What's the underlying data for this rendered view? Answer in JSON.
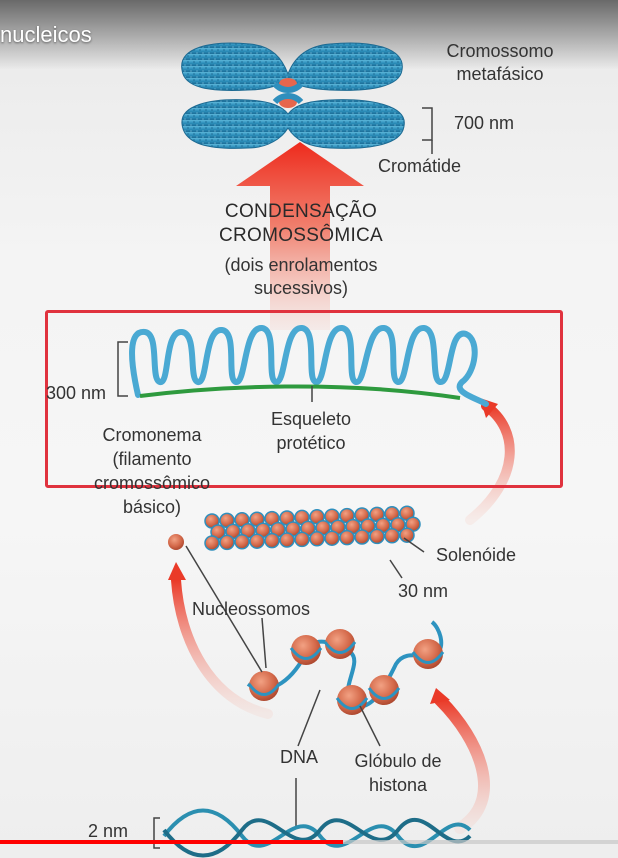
{
  "video": {
    "title": "nucleicos",
    "progress_fraction": 0.555
  },
  "diagram": {
    "metaphase_chromosome": "Cromossomo metafásico",
    "chromatid_width": "700 nm",
    "chromatid": "Cromátide",
    "condensation_line1": "CONDENSAÇÃO",
    "condensation_line2": "CROMOSSÔMICA",
    "condensation_line3": "(dois enrolamentos",
    "condensation_line4": "sucessivos)",
    "chromonema_width": "300 nm",
    "protein_skeleton_line1": "Esqueleto",
    "protein_skeleton_line2": "protético",
    "chromonema_line1": "Cromonema",
    "chromonema_line2": "(filamento",
    "chromonema_line3": "cromossômico",
    "chromonema_line4": "básico)",
    "solenoid": "Solenóide",
    "solenoid_width": "30 nm",
    "nucleosomes": "Nucleossomos",
    "dna": "DNA",
    "histone_globule_line1": "Glóbulo de",
    "histone_globule_line2": "histona",
    "dna_width": "2 nm"
  },
  "colors": {
    "chromosome_blue": "#3a9ec4",
    "arrow_red": "#e8291c",
    "histone_orange": "#d4694a",
    "skeleton_green": "#2e9a3e",
    "highlight_box": "#e0323e"
  }
}
